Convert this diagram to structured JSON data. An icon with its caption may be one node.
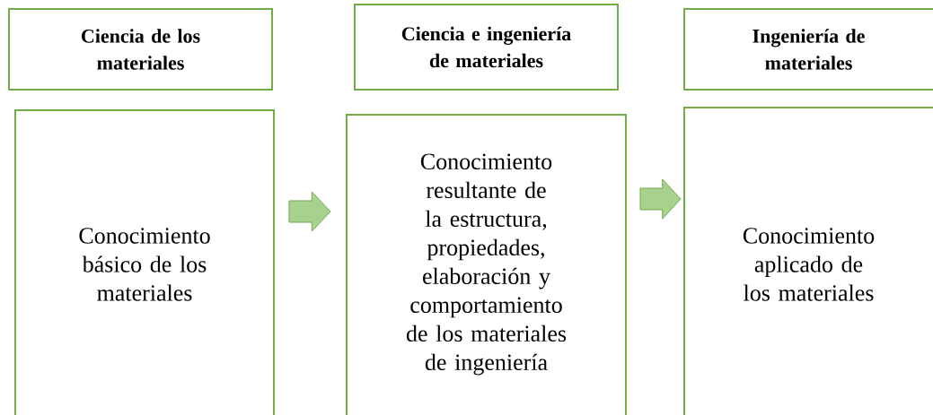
{
  "diagram": {
    "nodes": [
      {
        "text": [
          "Ciencia de los materiales"
        ]
      },
      {
        "text": [
          "Ciencia e ingeniería de materiales"
        ]
      },
      {
        "text": [
          "Ingeniería de materiales"
        ]
      },
      {
        "text": [
          "Conocimiento básico de los materiales"
        ]
      },
      {
        "text": [
          "Conocimiento resultante de la estructura, propiedades, elaboración y comportamiento de los materiales de ingeniería"
        ]
      },
      {
        "text": [
          "Conocimiento aplicado de los materiales"
        ]
      }
    ],
    "edges": [
      {
        "from": 3,
        "to": 4,
        "arrow": "to"
      },
      {
        "from": 4,
        "to": 5,
        "arrow": "to"
      }
    ]
  }
}
